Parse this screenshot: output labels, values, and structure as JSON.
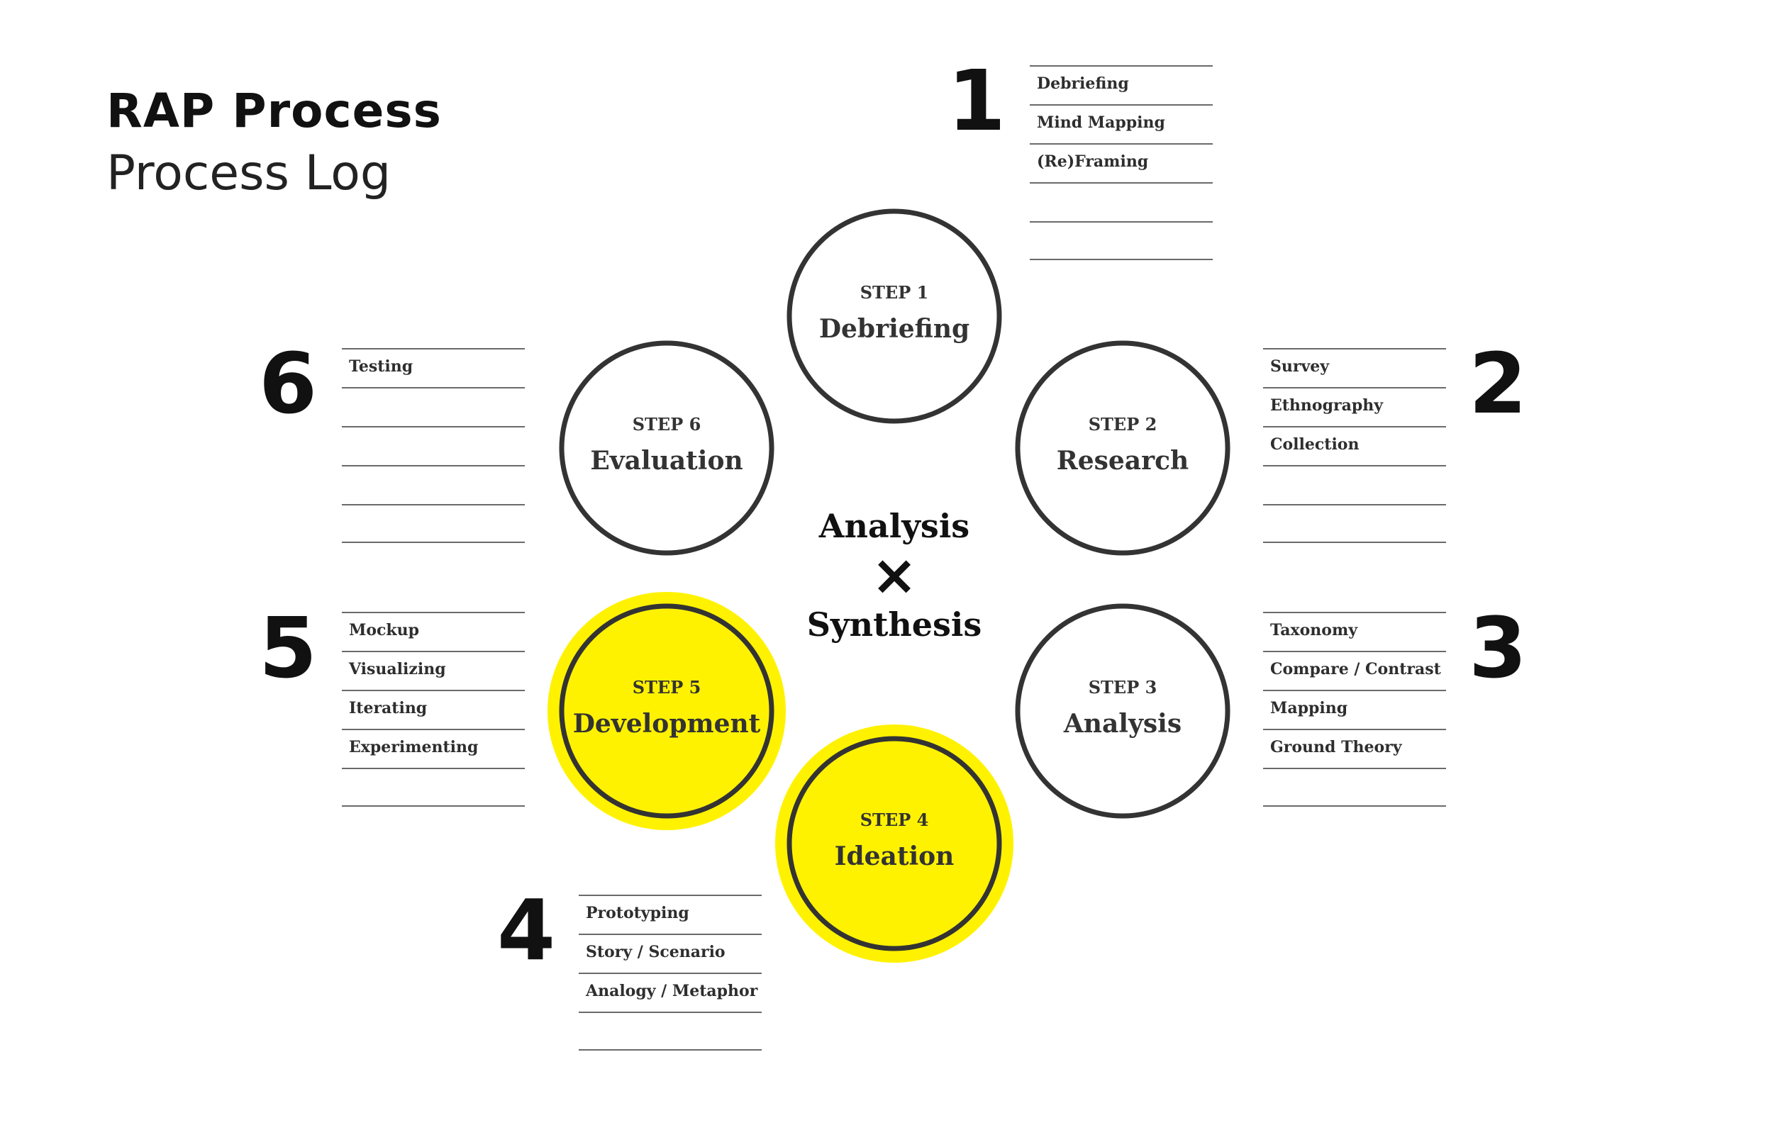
{
  "header": {
    "title": "RAP Process",
    "subtitle": "Process Log"
  },
  "center": {
    "line1": "Analysis",
    "symbol": "×",
    "line2": "Synthesis"
  },
  "colors": {
    "highlight": "#FFF200",
    "stroke": "#333333",
    "text": "#111111",
    "rule": "#6a6a6a"
  },
  "steps": [
    {
      "step": "STEP 1",
      "name": "Debriefing",
      "number": "1",
      "highlighted": false,
      "items": [
        "Debriefing",
        "Mind Mapping",
        "(Re)Framing",
        "",
        ""
      ]
    },
    {
      "step": "STEP 2",
      "name": "Research",
      "number": "2",
      "highlighted": false,
      "items": [
        "Survey",
        "Ethnography",
        "Collection",
        "",
        ""
      ]
    },
    {
      "step": "STEP 3",
      "name": "Analysis",
      "number": "3",
      "highlighted": false,
      "items": [
        "Taxonomy",
        "Compare / Contrast",
        "Mapping",
        "Ground Theory",
        ""
      ]
    },
    {
      "step": "STEP 4",
      "name": "Ideation",
      "number": "4",
      "highlighted": true,
      "items": [
        "Prototyping",
        "Story / Scenario",
        "Analogy / Metaphor",
        ""
      ]
    },
    {
      "step": "STEP 5",
      "name": "Development",
      "number": "5",
      "highlighted": true,
      "items": [
        "Mockup",
        "Visualizing",
        "Iterating",
        "Experimenting",
        ""
      ]
    },
    {
      "step": "STEP 6",
      "name": "Evaluation",
      "number": "6",
      "highlighted": false,
      "items": [
        "Testing",
        "",
        "",
        "",
        ""
      ]
    }
  ]
}
